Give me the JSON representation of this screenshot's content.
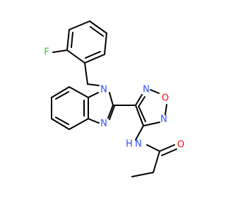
{
  "molecule": {
    "atoms": {
      "fluorine": {
        "text": "F",
        "color": "#33cc33"
      },
      "n_benzimidazole_1": {
        "text": "N",
        "color": "#3050f8"
      },
      "n_benzimidazole_3": {
        "text": "N",
        "color": "#3050f8"
      },
      "n_oxadiazole_2": {
        "text": "N",
        "color": "#3050f8"
      },
      "o_oxadiazole": {
        "text": "O",
        "color": "#ff0d0d"
      },
      "n_oxadiazole_5": {
        "text": "N",
        "color": "#3050f8"
      },
      "n_amide": {
        "text": "N",
        "color": "#3050f8"
      },
      "h_amide": {
        "text": "H",
        "color": "#3050f8"
      },
      "o_carbonyl": {
        "text": "O",
        "color": "#ff0d0d"
      }
    }
  }
}
